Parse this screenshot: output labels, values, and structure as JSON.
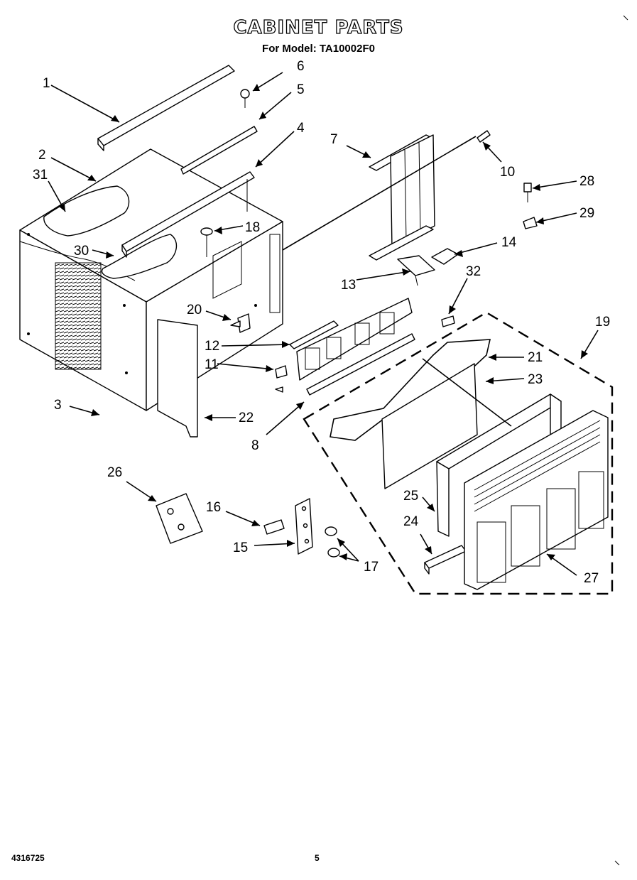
{
  "header": {
    "title": "CABINET PARTS",
    "subtitle": "For Model: TA10002F0"
  },
  "footer": {
    "document_number": "4316725",
    "page_number": "5"
  },
  "callouts": [
    "1",
    "2",
    "3",
    "4",
    "5",
    "6",
    "7",
    "8",
    "10",
    "11",
    "12",
    "13",
    "14",
    "15",
    "16",
    "17",
    "18",
    "19",
    "20",
    "21",
    "22",
    "23",
    "24",
    "25",
    "26",
    "27",
    "28",
    "29",
    "30",
    "31",
    "32"
  ]
}
